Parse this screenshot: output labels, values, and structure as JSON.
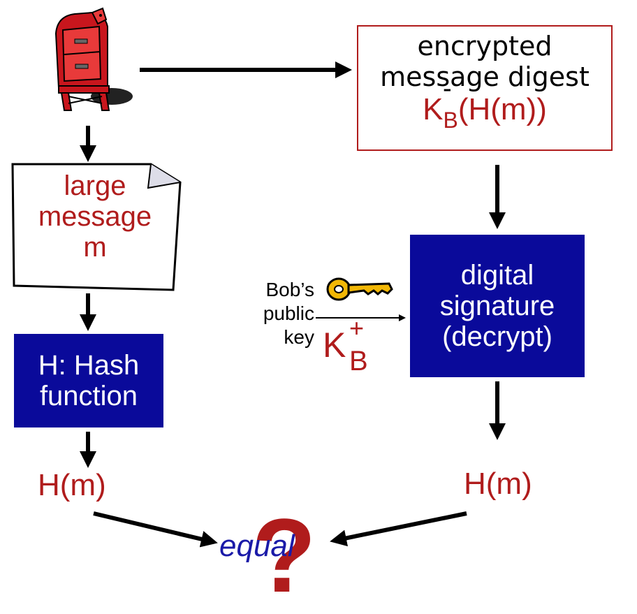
{
  "digest_box": {
    "line1": "encrypted",
    "line2": "message digest",
    "formula_k": "K",
    "formula_minus": "-",
    "formula_sub": "B",
    "formula_rest": "(H(m))"
  },
  "message_box": {
    "line1": "large",
    "line2": "message",
    "line3": "m"
  },
  "hash_box": {
    "line1": "H: Hash",
    "line2": "function"
  },
  "signature_box": {
    "line1": "digital",
    "line2": "signature",
    "line3": "(decrypt)"
  },
  "public_key": {
    "line1": "Bob’s",
    "line2": "public",
    "line3": "key",
    "symbol_k": "K",
    "symbol_plus": "+",
    "symbol_sub": "B"
  },
  "hash_left": "H(m)",
  "hash_right": "H(m)",
  "compare": {
    "word": "equal",
    "mark": "?"
  },
  "colors": {
    "accent_red": "#b01c1c",
    "box_blue": "#0a0a9a",
    "equal_blue": "#1a1aa8"
  },
  "icons": [
    "mailbox-icon",
    "key-icon",
    "document-icon"
  ]
}
